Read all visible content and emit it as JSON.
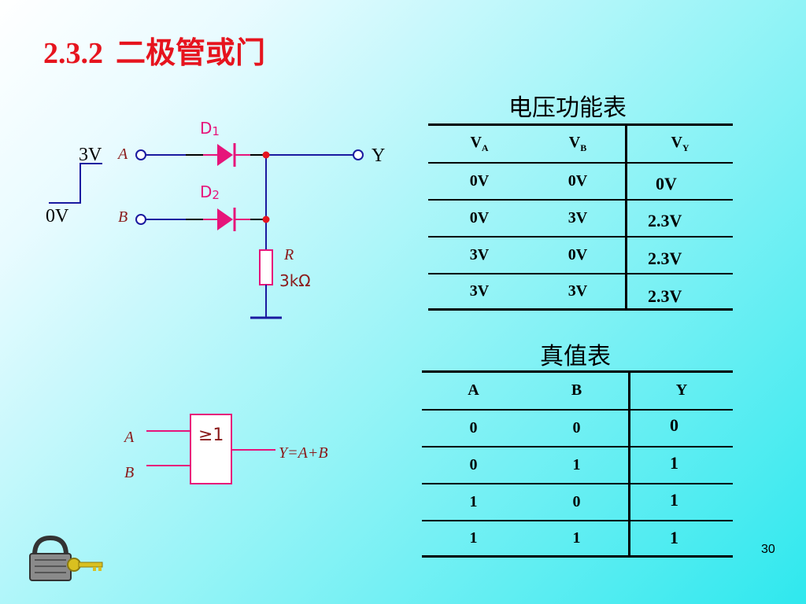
{
  "title": {
    "number": "2.3.2",
    "text": "二极管或门"
  },
  "voltage_table": {
    "caption": "电压功能表",
    "headers": [
      {
        "main": "V",
        "sub": "A"
      },
      {
        "main": "V",
        "sub": "B"
      },
      {
        "main": "V",
        "sub": "Y"
      }
    ],
    "rows": [
      [
        "0V",
        "0V"
      ],
      [
        "0V",
        "3V"
      ],
      [
        "3V",
        "0V"
      ],
      [
        "3V",
        "3V"
      ]
    ],
    "outputs": [
      "0V",
      "2.3V",
      "2.3V",
      "2.3V"
    ]
  },
  "truth_table": {
    "caption": "真值表",
    "headers": [
      "A",
      "B",
      "Y"
    ],
    "rows": [
      [
        "0",
        "0"
      ],
      [
        "0",
        "1"
      ],
      [
        "1",
        "0"
      ],
      [
        "1",
        "1"
      ]
    ],
    "outputs": [
      "0",
      "1",
      "1",
      "1"
    ]
  },
  "circuit": {
    "input_high": "3V",
    "input_low": "0V",
    "input_a": "A",
    "input_b": "B",
    "diode1_letter": "D",
    "diode1_index": "1",
    "diode2_letter": "D",
    "diode2_index": "2",
    "output": "Y",
    "resistor_label": "R",
    "resistor_value": "3kΩ"
  },
  "gate_symbol": {
    "symbol": "≥1",
    "input_a": "A",
    "input_b": "B",
    "output_expression": "Y=A+B"
  },
  "page_number": "30",
  "colors": {
    "title": "#e6141e",
    "diode": "#e6147a",
    "wire": "#1a1aa0",
    "gate": "#e6147a",
    "label_italic": "#8b1a1a"
  },
  "icons": [
    "padlock-key-icon"
  ]
}
